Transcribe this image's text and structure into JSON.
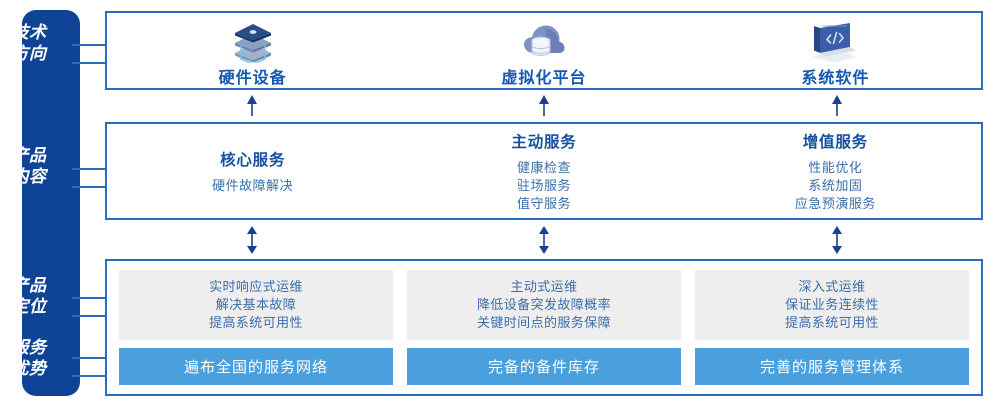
{
  "sidebar": {
    "labels": [
      {
        "name": "tech-direction",
        "line1": "技术",
        "line2": "方向"
      },
      {
        "name": "product-content",
        "line1": "产品",
        "line2": "内容"
      },
      {
        "name": "product-position",
        "line1": "产品",
        "line2": "定位"
      },
      {
        "name": "service-advantage",
        "line1": "服务",
        "line2": "优势"
      }
    ],
    "color": "#0e4396"
  },
  "tech": {
    "columns": [
      {
        "icon": "server-stack-icon",
        "title": "硬件设备"
      },
      {
        "icon": "cloud-database-icon",
        "title": "虚拟化平台"
      },
      {
        "icon": "laptop-code-icon",
        "title": "系统软件"
      }
    ]
  },
  "content": {
    "columns": [
      {
        "title": "核心服务",
        "items": [
          "硬件故障解决"
        ]
      },
      {
        "title": "主动服务",
        "items": [
          "健康检查",
          "驻场服务",
          "值守服务"
        ]
      },
      {
        "title": "增值服务",
        "items": [
          "性能优化",
          "系统加固",
          "应急预演服务"
        ]
      }
    ]
  },
  "bottom": {
    "columns": [
      {
        "points": [
          "实时响应式运维",
          "解决基本故障",
          "提高系统可用性"
        ],
        "advantage": "遍布全国的服务网络"
      },
      {
        "points": [
          "主动式运维",
          "降低设备突发故障概率",
          "关键时间点的服务保障"
        ],
        "advantage": "完备的备件库存"
      },
      {
        "points": [
          "深入式运维",
          "保证业务连续性",
          "提高系统可用性"
        ],
        "advantage": "完善的服务管理体系"
      }
    ]
  },
  "colors": {
    "sidebar_blue": "#0e4396",
    "border_blue": "#2a6ebb",
    "title_blue": "#1558b0",
    "text_blue": "#3b6ea8",
    "accent_light_blue": "#49a0dc",
    "grey_box": "#eeeeee"
  },
  "arrows": {
    "up_arrow_icon": "arrow-up-icon",
    "double_arrow_icon": "arrow-up-down-icon"
  }
}
